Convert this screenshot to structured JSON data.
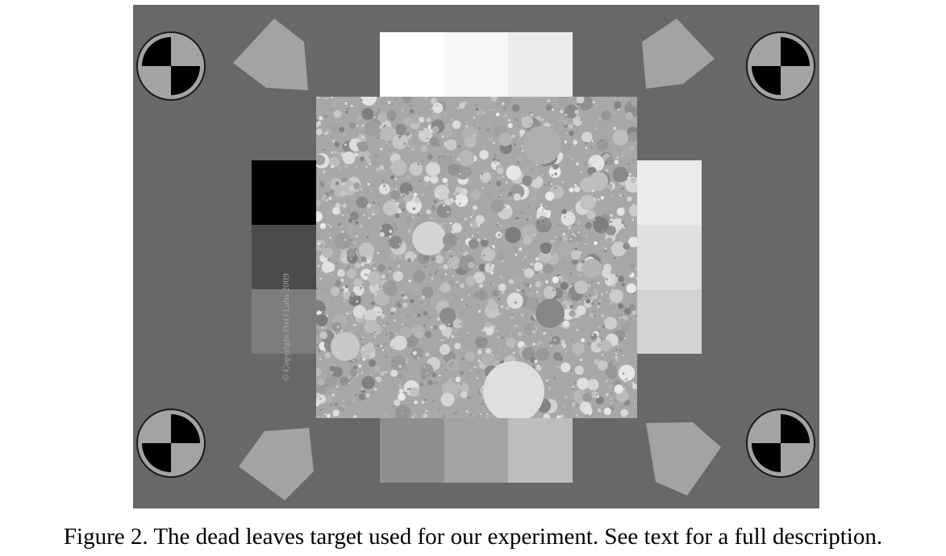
{
  "figure": {
    "name": "dead leaves target",
    "copyright": "© Copyright DxO Labs 2009",
    "background_color": "#686868",
    "texture_base_color": "#a8a8a8",
    "top_patches": [
      "#ffffff",
      "#f7f7f7",
      "#ebebeb"
    ],
    "bottom_patches": [
      "#8f8f8f",
      "#a3a3a3",
      "#bdbdbd"
    ],
    "left_patches": [
      "#000000",
      "#4b4b4b",
      "#7d7d7d"
    ],
    "right_patches": [
      "#ebebeb",
      "#dfdfdf",
      "#d3d3d3"
    ],
    "corner_marker_icon": "registration-target-icon",
    "corner_pentagon_color": "#a3a3a3"
  },
  "caption": {
    "text": "Figure 2. The dead leaves target used for our experiment. See text for a full description."
  }
}
